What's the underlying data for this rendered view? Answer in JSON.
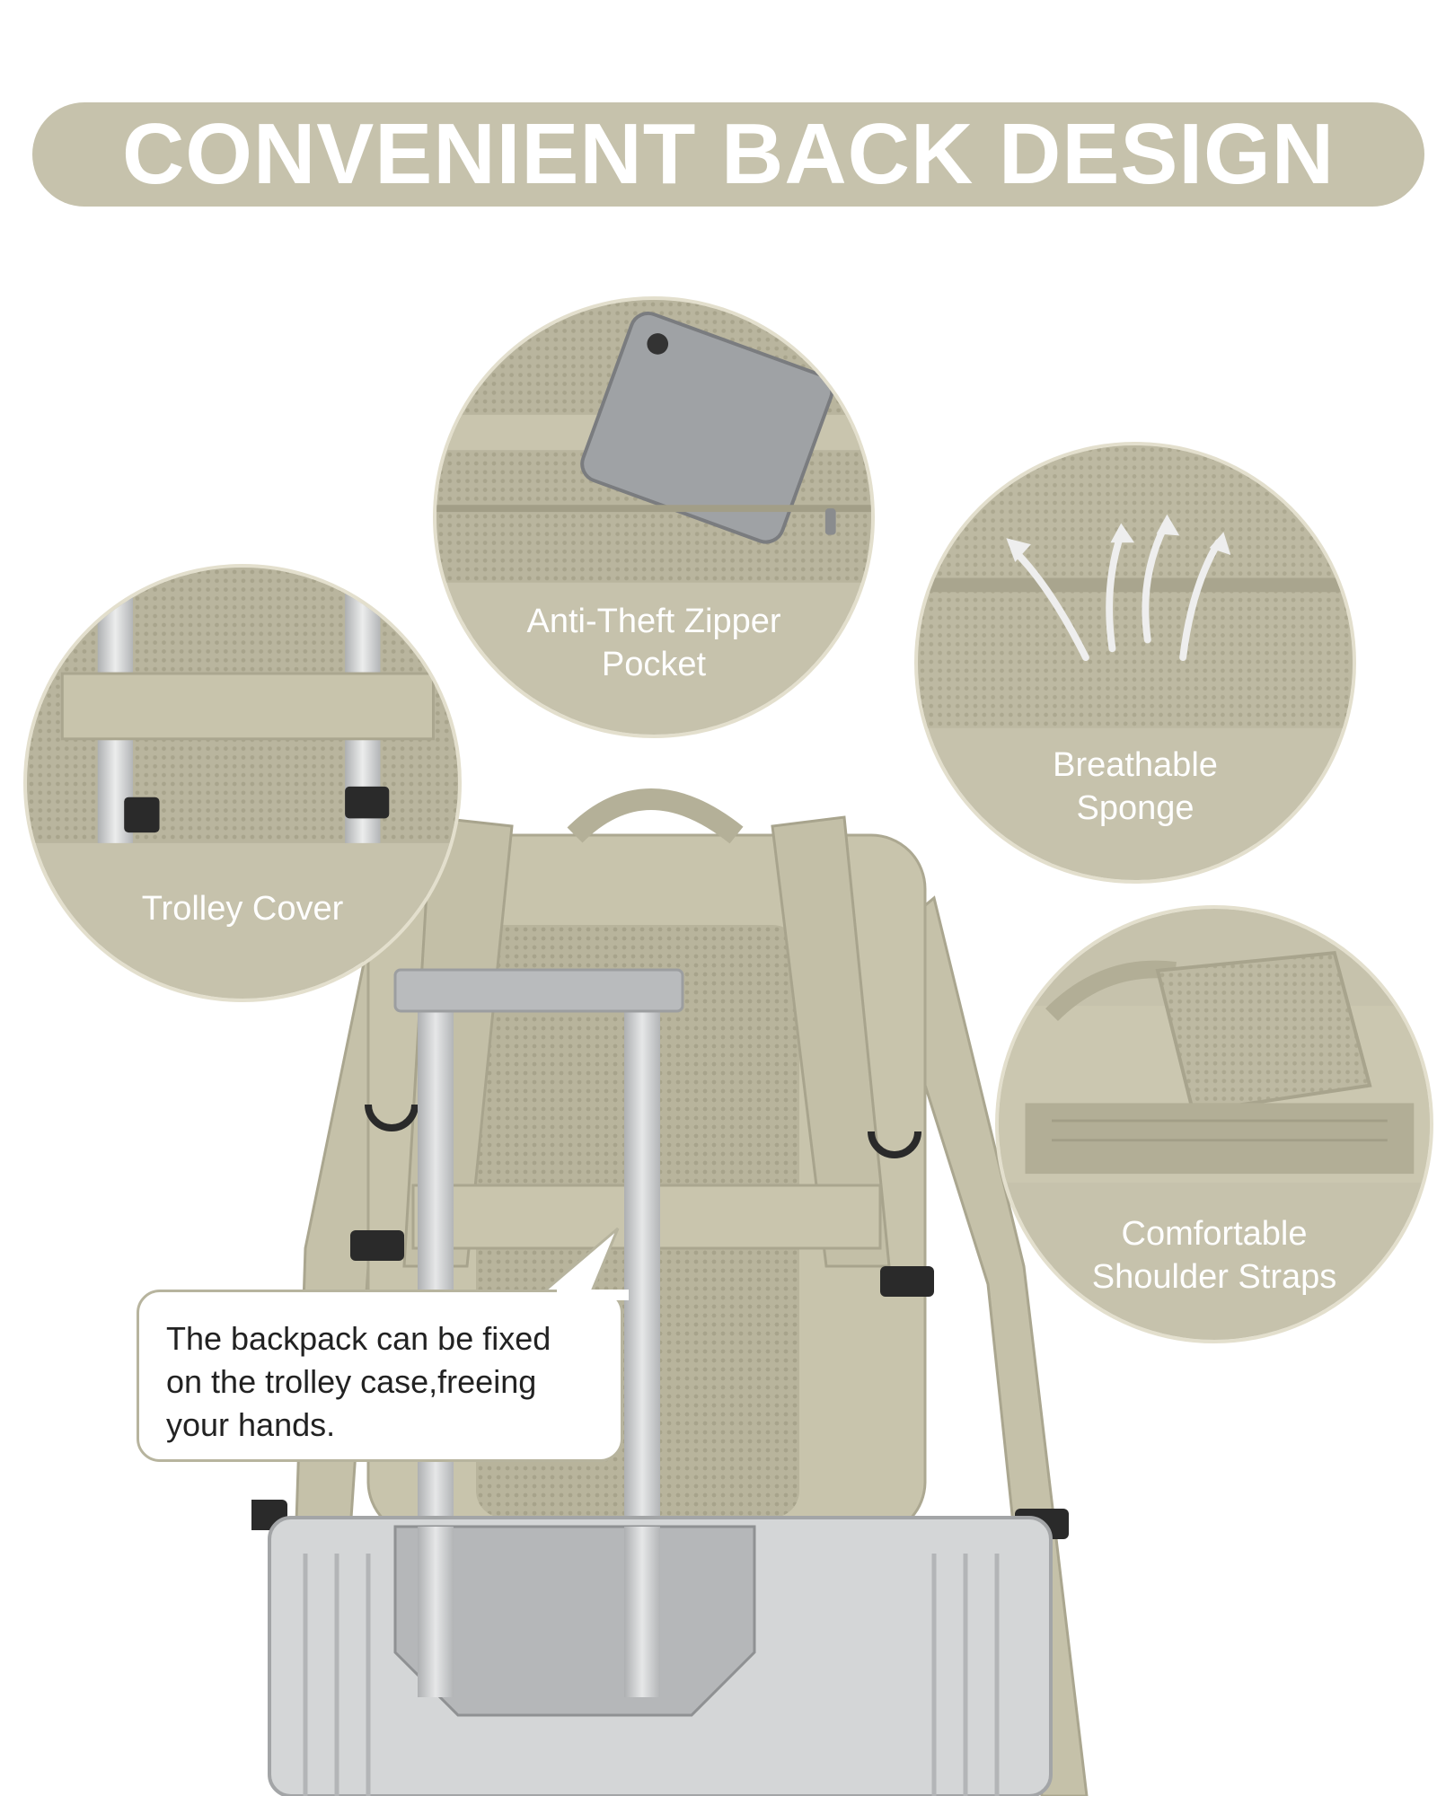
{
  "banner": {
    "title": "CONVENIENT BACK DESIGN"
  },
  "features": {
    "anti_theft": {
      "line1": "Anti-Theft Zipper",
      "line2": "Pocket"
    },
    "trolley": {
      "label": "Trolley Cover"
    },
    "breathable": {
      "line1": "Breathable",
      "line2": "Sponge"
    },
    "shoulder": {
      "line1": "Comfortable",
      "line2": "Shoulder Straps"
    }
  },
  "callout": {
    "line1": "The backpack can be fixed",
    "line2": "on the trolley case,freeing",
    "line3": "your hands."
  },
  "colors": {
    "khaki": "#c6c2ac",
    "khaki_dark": "#a9a58e",
    "mesh": "#b9b59d",
    "silver": "#c9cbcc",
    "white": "#ffffff"
  }
}
